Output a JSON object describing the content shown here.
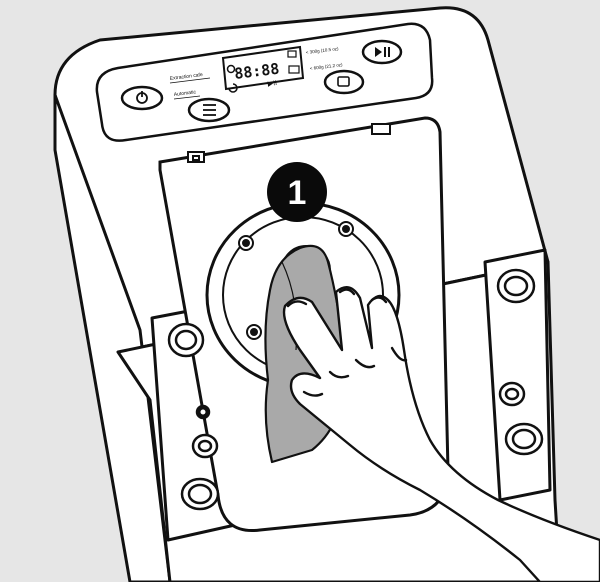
{
  "step": {
    "number": "1"
  },
  "control_panel": {
    "display_digits": "88:88",
    "label_extraction": "Extraction cafe",
    "label_automatic": "Automatic",
    "capacity_small": "< 300g (10.5 oz)",
    "capacity_large": "< 600g (21.2 oz)",
    "play_pause_glyph": "▶II"
  },
  "colors": {
    "background": "#e6e6e6",
    "machine_fill": "#ffffff",
    "outline": "#111111",
    "cloth": "#a9a9a9",
    "badge": "#0a0a0a"
  }
}
